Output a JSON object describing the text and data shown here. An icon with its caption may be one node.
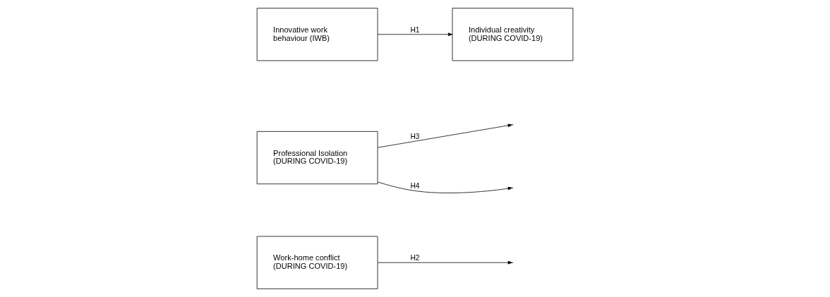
{
  "diagram": {
    "nodes": [
      {
        "text": [
          "Work-home conflict (DURING COVID-19)"
        ]
      },
      {
        "text": [
          "Professional Isolation (DURING COVID-19)"
        ]
      },
      {
        "text": [
          "Innovative work behaviour (IWB)"
        ]
      },
      {
        "text": [
          "Individual creativity (DURING COVID-19)"
        ]
      }
    ],
    "edges": [
      {
        "from": 2,
        "to": 3,
        "arrow": "to",
        "label": "H1"
      },
      {
        "from": 0,
        "to": null,
        "arrow": "to",
        "label": "H2"
      },
      {
        "from": 1,
        "to": null,
        "arrow": "to",
        "label": "H3"
      },
      {
        "from": 1,
        "to": null,
        "arrow": "to",
        "label": "H4"
      }
    ]
  }
}
